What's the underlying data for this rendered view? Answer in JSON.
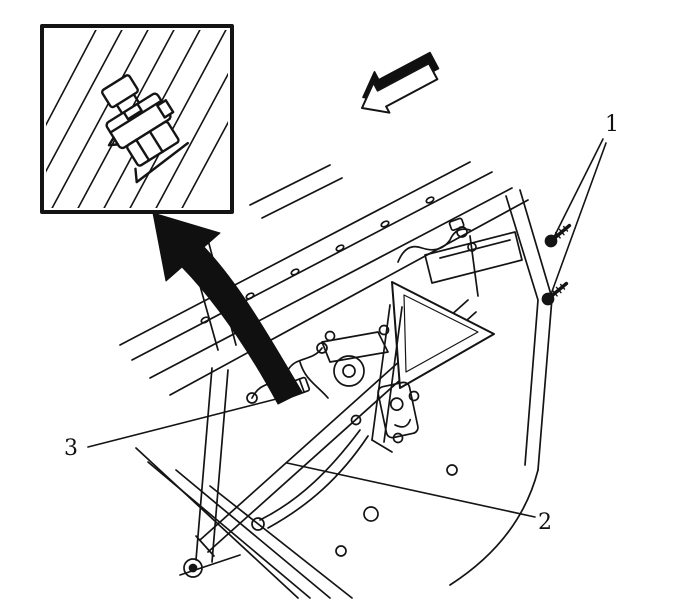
{
  "figure": {
    "callouts": [
      {
        "label": "1"
      },
      {
        "label": "2"
      },
      {
        "label": "3"
      }
    ]
  },
  "colors": {
    "ink": "#111111",
    "paper": "#ffffff"
  }
}
